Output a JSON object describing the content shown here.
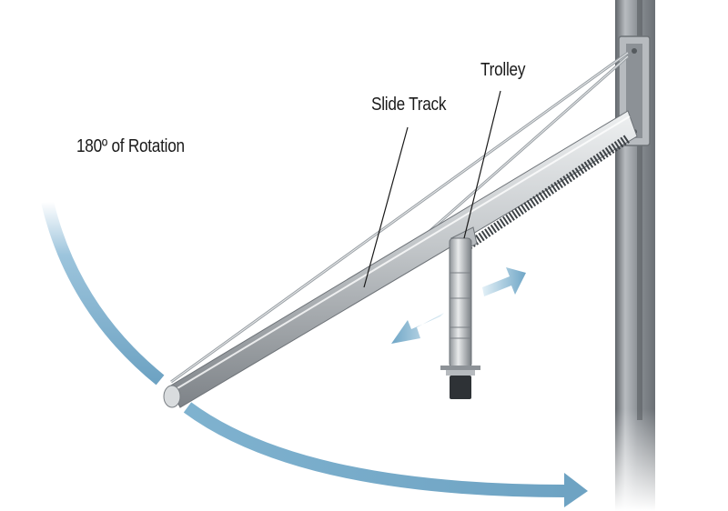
{
  "labels": {
    "rotation": "180º of Rotation",
    "slide_track": "Slide Track",
    "trolley": "Trolley"
  },
  "colors": {
    "arrow_blue": "#7fb2cf",
    "arrow_light": "#cfe5f1",
    "pole_gray": "#9ea3a8",
    "track_silver": "#c5c9cc",
    "trolley_dark": "#2e3236"
  },
  "icons": {
    "rotation_arrow": "curved-arrow-icon",
    "slide_arrows": "double-arrow-icon"
  }
}
